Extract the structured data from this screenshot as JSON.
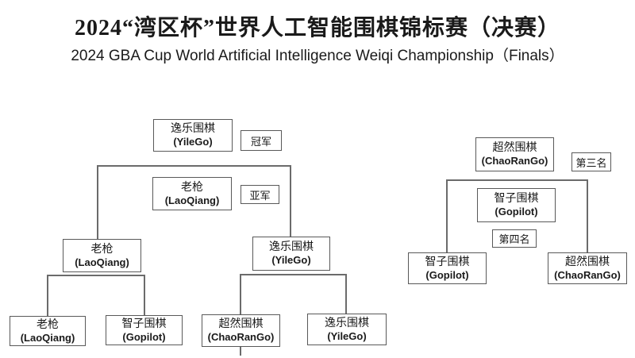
{
  "title": {
    "zh": "2024“湾区杯”世界人工智能围棋锦标赛（决赛）",
    "en": "2024 GBA Cup World Artificial Intelligence Weiqi Championship（Finals）"
  },
  "main_bracket": {
    "champion": {
      "zh": "逸乐围棋",
      "en": "(YileGo)"
    },
    "champion_label": "冠军",
    "runner_up": {
      "zh": "老枪",
      "en": "(LaoQiang)"
    },
    "runner_up_label": "亚军",
    "semifinalists": [
      {
        "zh": "老枪",
        "en": "(LaoQiang)"
      },
      {
        "zh": "逸乐围棋",
        "en": "(YileGo)"
      }
    ],
    "first_round": [
      {
        "zh": "老枪",
        "en": "(LaoQiang)"
      },
      {
        "zh": "智子围棋",
        "en": "(Gopilot)"
      },
      {
        "zh": "超然围棋",
        "en": "(ChaoRanGo)"
      },
      {
        "zh": "逸乐围棋",
        "en": "(YileGo)"
      }
    ]
  },
  "third_place_bracket": {
    "winner": {
      "zh": "超然围棋",
      "en": "(ChaoRanGo)"
    },
    "winner_label": "第三名",
    "loser": {
      "zh": "智子围棋",
      "en": "(Gopilot)"
    },
    "loser_label": "第四名",
    "contenders": [
      {
        "zh": "智子围棋",
        "en": "(Gopilot)"
      },
      {
        "zh": "超然围棋",
        "en": "(ChaoRanGo)"
      }
    ]
  },
  "colors": {
    "box_border": "#595959",
    "connector_line": "#6b6b6b",
    "text": "#1a1a1a",
    "background": "#ffffff"
  }
}
